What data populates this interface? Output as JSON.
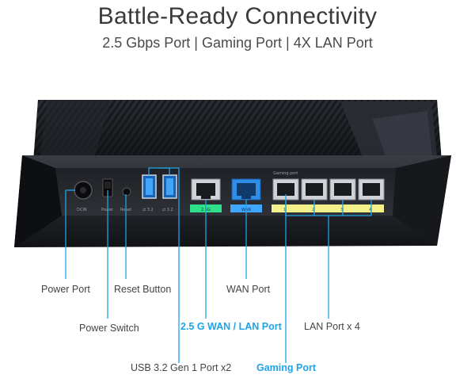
{
  "header": {
    "title": "Battle-Ready Connectivity",
    "subtitle": "2.5 Gbps Port | Gaming Port | 4X LAN Port"
  },
  "panel_labels": {
    "dcin": "DCIN",
    "power": "Power",
    "reset": "Reset",
    "usb1": "⇄ 3.2",
    "usb2": "⇄ 3.2",
    "wan_25g": "2.5G",
    "wan": "WAN",
    "gaming": "Gaming port",
    "lan": [
      "1",
      "2",
      "3",
      "4"
    ]
  },
  "callouts": {
    "power_port": "Power Port",
    "power_switch": "Power Switch",
    "reset_button": "Reset Button",
    "usb": "USB 3.2 Gen 1 Port x2",
    "wan_lan_25g": "2.5 G WAN / LAN Port",
    "wan_port": "WAN Port",
    "gaming_port": "Gaming Port",
    "lan_port": "LAN Port x 4"
  },
  "colors": {
    "accent": "#1fa3e6",
    "wan_25g_strip": "#2ee08a",
    "wan_strip": "#3fa7ff",
    "lan_strip": "#f4f08a",
    "body": "#1b1d22"
  }
}
